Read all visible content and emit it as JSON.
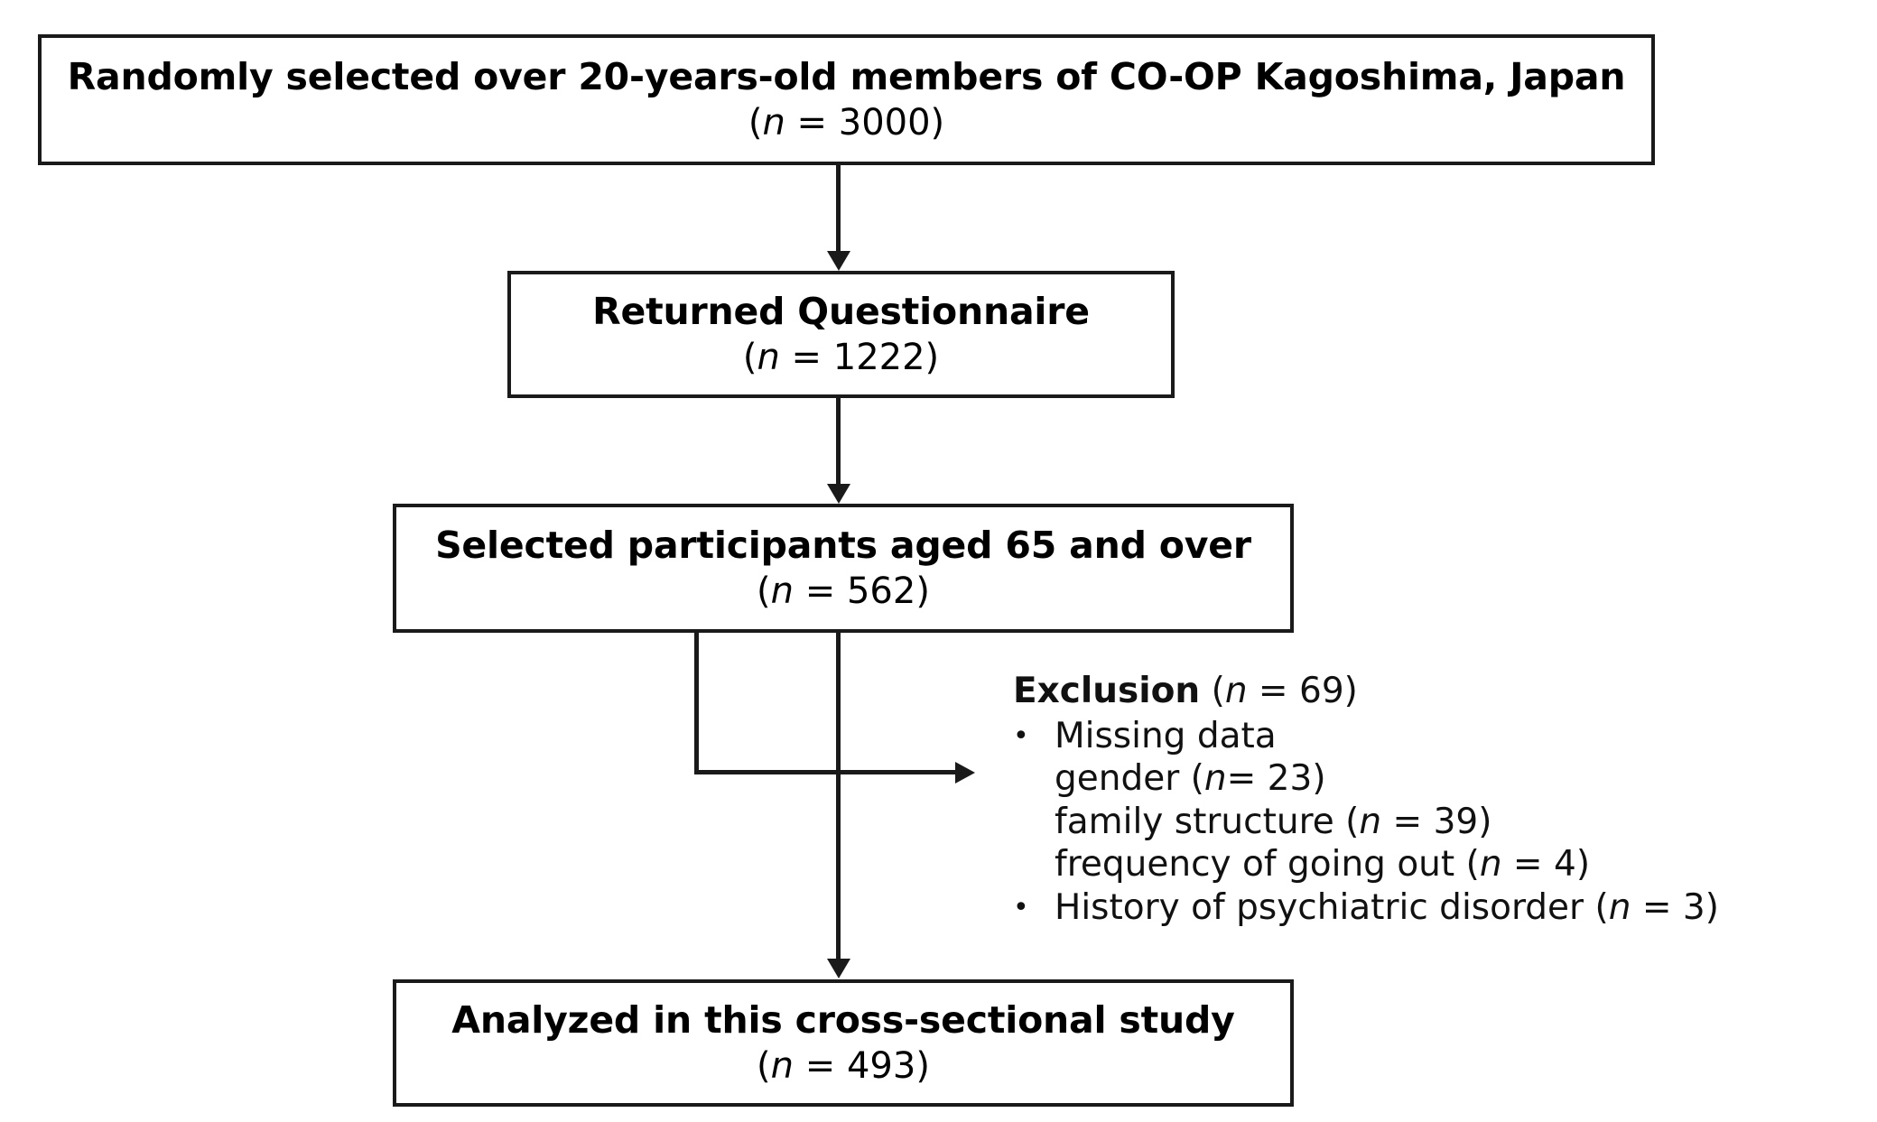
{
  "diagram": {
    "type": "study-flow-chart",
    "nodes": [
      {
        "id": "source",
        "title": "Randomly selected over 20-years-old members of CO-OP Kagoshima, Japan",
        "count_open": "(",
        "count_n": "n",
        "count_eq": " = ",
        "count_value": "3000",
        "count_close": ")"
      },
      {
        "id": "returned",
        "title": "Returned Questionnaire",
        "count_open": "(",
        "count_n": "n",
        "count_eq": " = ",
        "count_value": "1222",
        "count_close": ")"
      },
      {
        "id": "selected",
        "title": "Selected participants aged 65 and over",
        "count_open": "(",
        "count_n": "n",
        "count_eq": " = ",
        "count_value": "562",
        "count_close": ")"
      },
      {
        "id": "analyzed",
        "title": "Analyzed in this cross-sectional study",
        "count_open": "(",
        "count_n": "n",
        "count_eq": " = ",
        "count_value": "493",
        "count_close": ")"
      }
    ],
    "exclusion": {
      "label": "Exclusion",
      "count_prefix": " (",
      "count_n": "n",
      "count_eq": " = ",
      "count_value": "69",
      "count_suffix": ")",
      "bullet_glyph": "•",
      "items": [
        {
          "text": "Missing data",
          "subitems": [
            {
              "prefix": "gender (",
              "n": "n",
              "eq": "= ",
              "value": "23",
              "suffix": ")"
            },
            {
              "prefix": "family structure (",
              "n": "n",
              "eq": " = ",
              "value": "39",
              "suffix": ")"
            },
            {
              "prefix": "frequency of going out (",
              "n": "n",
              "eq": " = ",
              "value": "4",
              "suffix": ")"
            }
          ]
        },
        {
          "text_prefix": "History of psychiatric disorder (",
          "n": "n",
          "eq": " = ",
          "value": "3",
          "text_suffix": ")",
          "subitems": []
        }
      ]
    },
    "colors": {
      "stroke": "#1a1a1a",
      "text": "#000000",
      "background": "#ffffff"
    }
  }
}
